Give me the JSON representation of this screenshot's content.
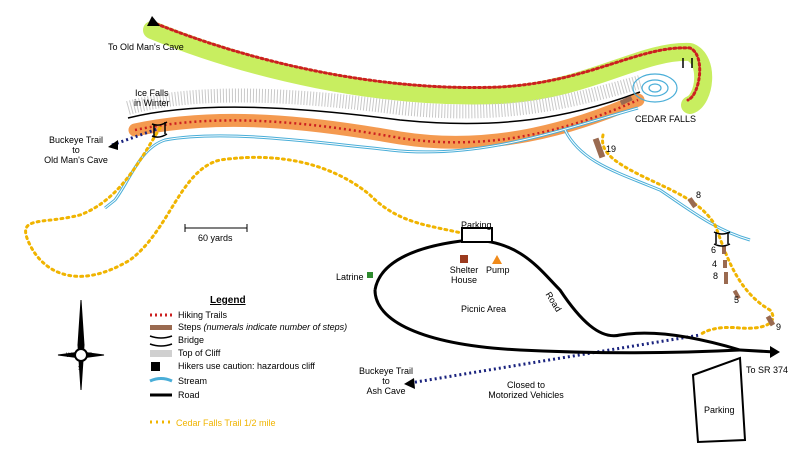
{
  "labels": {
    "to_old_mans_cave": "To Old Man's Cave",
    "ice_falls": "Ice Falls\nin Winter",
    "cedar_falls": "CEDAR FALLS",
    "buckeye_oldman_l1": "Buckeye Trail",
    "buckeye_oldman_l2": "to",
    "buckeye_oldman_l3": "Old Man's Cave",
    "scale": "60 yards",
    "parking_top": "Parking",
    "latrine": "Latrine",
    "shelter_l1": "Shelter",
    "shelter_l2": "House",
    "pump": "Pump",
    "picnic": "Picnic Area",
    "road": "Road",
    "to_sr": "To SR 374",
    "buckeye_ash_l1": "Buckeye Trail",
    "buckeye_ash_l2": "to",
    "buckeye_ash_l3": "Ash Cave",
    "closed_l1": "Closed to",
    "closed_l2": "Motorized Vehicles",
    "parking_bottom": "Parking"
  },
  "step_counts": [
    "19",
    "8",
    "6",
    "4",
    "8",
    "5",
    "9"
  ],
  "legend": {
    "title": "Legend",
    "hiking_trails": "Hiking Trails",
    "steps": "Steps",
    "steps_note": "(numerals indicate number of steps)",
    "bridge": "Bridge",
    "top_of_cliff": "Top of Cliff",
    "caution": "Hikers use caution: hazardous cliff",
    "stream": "Stream",
    "road": "Road",
    "cedar_trail": "Cedar Falls Trail  1/2 mile"
  },
  "compass": {
    "n": "N",
    "s": "S",
    "e": "E",
    "w": "W"
  },
  "colors": {
    "hiking": "#cc2020",
    "buckeye": "#1a237e",
    "cedar_trail": "#f0b400",
    "highlight_green": "#c8ee60",
    "highlight_orange": "#f49a50",
    "stream": "#4aaed8",
    "steps": "#9a6a50",
    "road": "#000000"
  }
}
